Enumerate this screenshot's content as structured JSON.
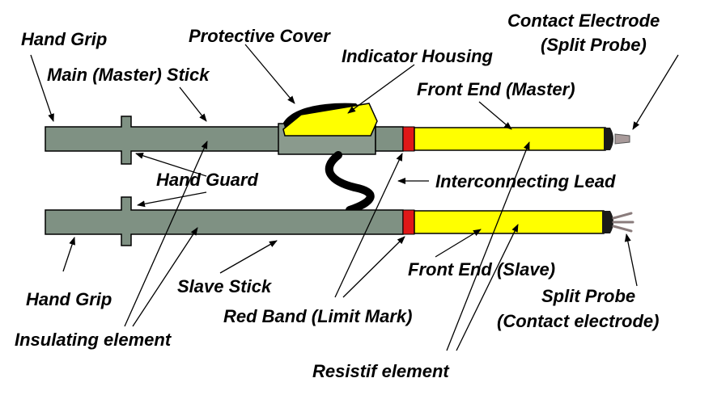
{
  "labels": {
    "hand_grip_top": "Hand Grip",
    "main_stick": "Main (Master) Stick",
    "protective_cover": "Protective Cover",
    "indicator_housing": "Indicator Housing",
    "contact_electrode_line1": "Contact Electrode",
    "contact_electrode_line2": "(Split Probe)",
    "front_end_master": "Front End (Master)",
    "hand_guard": "Hand Guard",
    "interconnecting_lead": "Interconnecting Lead",
    "hand_grip_bottom": "Hand Grip",
    "slave_stick": "Slave Stick",
    "front_end_slave": "Front End (Slave)",
    "split_probe_line1": "Split Probe",
    "split_probe_line2": "(Contact electrode)",
    "red_band": "Red Band (Limit Mark)",
    "insulating_element": "Insulating element",
    "resistif_element": "Resistif element"
  },
  "colors": {
    "stick": "#7f9183",
    "housing": "#8a9a8d",
    "front_end": "#ffff00",
    "red_band": "#e01818",
    "tip_cap": "#1a1a1a",
    "probe": "#a89a9a",
    "cover": "#000000",
    "indicator": "#ffff00",
    "line": "#000000"
  }
}
